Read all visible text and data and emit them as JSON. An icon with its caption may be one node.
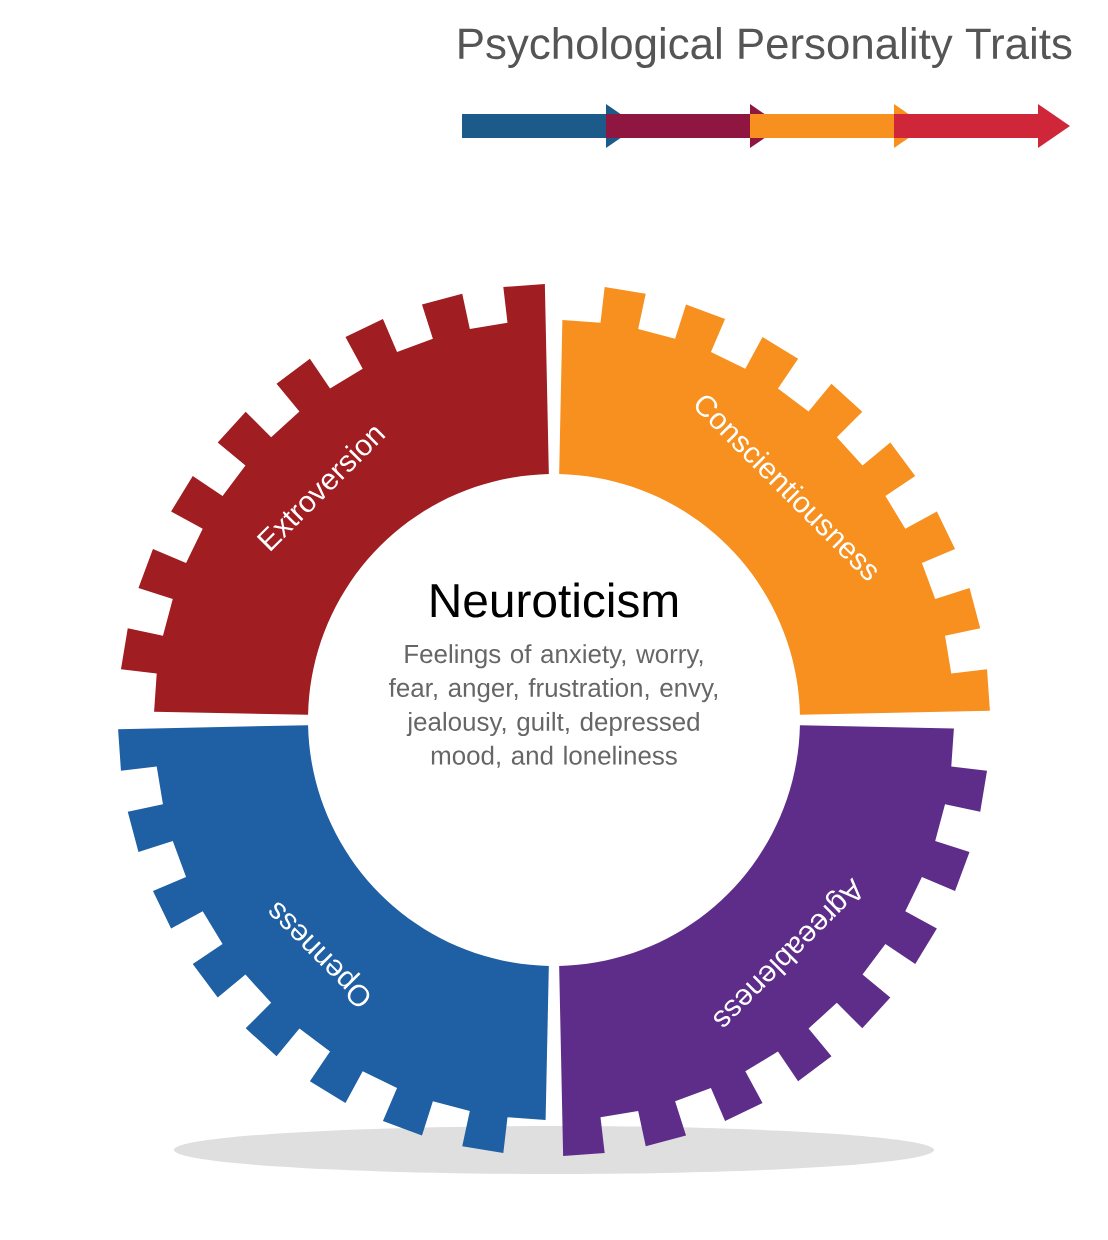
{
  "diagram": {
    "title": "Psychological Personality Traits",
    "nodes": [
      {
        "text": [
          "Extroversion"
        ]
      },
      {
        "text": [
          "Conscientiousness"
        ]
      },
      {
        "text": [
          "Agreeableness"
        ]
      },
      {
        "text": [
          "Openness"
        ]
      },
      {
        "text": [
          "Neuroticism",
          "Feelings of anxiety, worry, fear, anger, frustration, envy, jealousy, guilt, depressed mood, and loneliness"
        ]
      }
    ]
  }
}
